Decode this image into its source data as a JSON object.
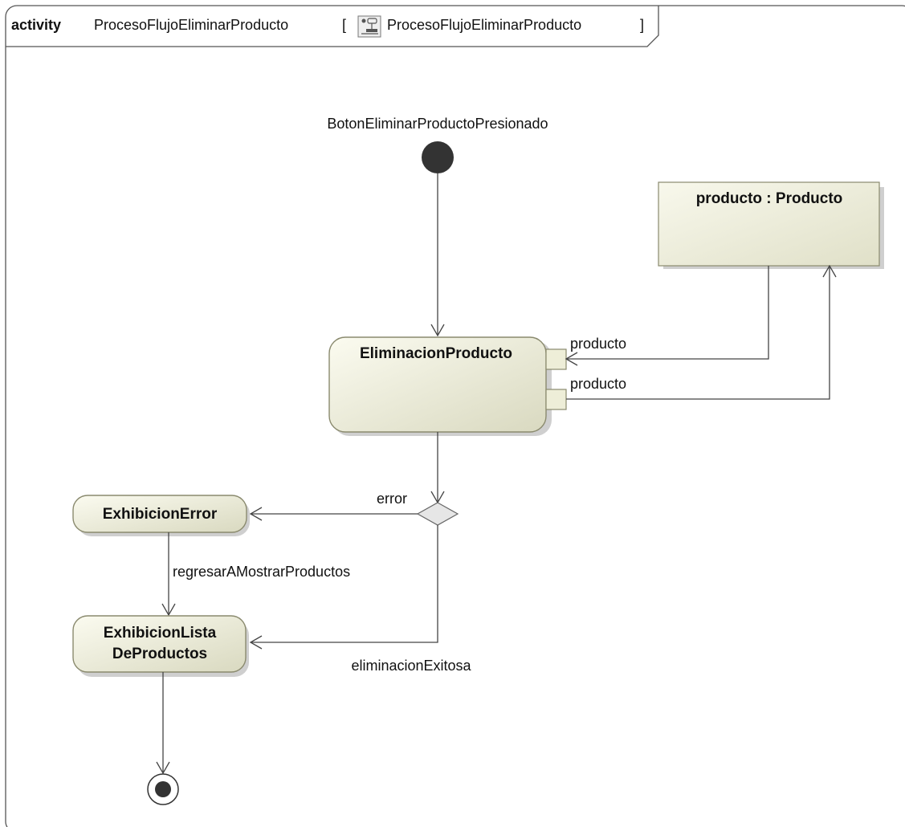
{
  "frame": {
    "keyword": "activity",
    "name": "ProcesoFlujoEliminarProducto",
    "open_bracket": "[",
    "ref_name": "ProcesoFlujoEliminarProducto",
    "close_bracket": "]",
    "ref_icon": "activity-diagram-icon"
  },
  "initial": {
    "label": "BotonEliminarProductoPresionado"
  },
  "object_node": {
    "label": "producto : Producto"
  },
  "actions": {
    "eliminacion": "EliminacionProducto",
    "exhibicion_error": "ExhibicionError",
    "lista_line1": "ExhibicionLista",
    "lista_line2": "DeProductos"
  },
  "pins": {
    "input": "producto",
    "output": "producto"
  },
  "flows": {
    "error": "error",
    "regresar": "regresarAMostrarProductos",
    "exitosa": "eliminacionExitosa"
  },
  "colors": {
    "action_fill_top": "#f6f6e8",
    "action_fill_bottom": "#dcdcc4",
    "action_stroke": "#8a8a6e",
    "object_fill": "#f2f2e2",
    "node_dark": "#333333",
    "decision_fill": "#e6e6e6",
    "line": "#444444"
  }
}
